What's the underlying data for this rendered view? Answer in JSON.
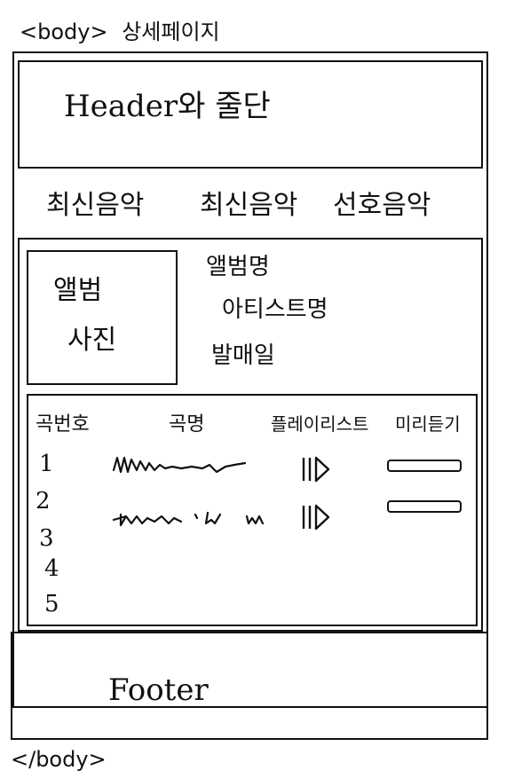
{
  "open_tag": "<body>",
  "page_title": "상세페이지",
  "close_tag": "</body>",
  "header": {
    "label": "Header와 줄단"
  },
  "nav": {
    "items": [
      "최신음악",
      "최신음악",
      "선호음악"
    ]
  },
  "album": {
    "photo_label_1": "앨범",
    "photo_label_2": "사진",
    "name": "앨범명",
    "artist": "아티스트명",
    "release": "발매일"
  },
  "tracklist": {
    "columns": [
      "곡번호",
      "곡명",
      "플레이리스트",
      "미리듣기"
    ],
    "numbers": [
      "1",
      "2",
      "3",
      "4",
      "5"
    ]
  },
  "footer": {
    "label": "Footer"
  }
}
